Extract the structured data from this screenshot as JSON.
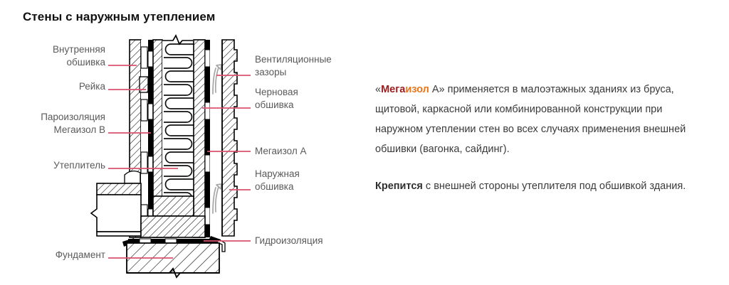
{
  "page": {
    "title": "Стены с наружным утеплением",
    "background": "#ffffff"
  },
  "colors": {
    "leader_line": "#d9526e",
    "label_text": "#5a5a5a",
    "body_text": "#3a3a3a",
    "brand_mega": "#9c1b1b",
    "brand_izol": "#e8751a",
    "line_black": "#000000",
    "hatch": "#1a1a1a",
    "vent_arrow": "#9a9a9a"
  },
  "diagram": {
    "name": "Схема стены с наружным утеплением",
    "labels_left": [
      {
        "id": "vnutrennyaya-obshivka",
        "line1": "Внутренняя",
        "line2": "обшивка"
      },
      {
        "id": "reyka",
        "line1": "Рейка",
        "line2": ""
      },
      {
        "id": "paroizolyaciya",
        "line1": "Пароизоляция",
        "line2": "Мегаизол В"
      },
      {
        "id": "uteplitel",
        "line1": "Утеплитель",
        "line2": ""
      },
      {
        "id": "fundament",
        "line1": "Фундамент",
        "line2": ""
      }
    ],
    "labels_right": [
      {
        "id": "ventilyacionnye-zazory",
        "line1": "Вентиляционные",
        "line2": "зазоры"
      },
      {
        "id": "chernovaya-obshivka",
        "line1": "Черновая",
        "line2": "обшивка"
      },
      {
        "id": "megaizol-a",
        "line1": "Мегаизол А",
        "line2": ""
      },
      {
        "id": "naruzhnaya-obshivka",
        "line1": "Наружная",
        "line2": "обшивка"
      },
      {
        "id": "gidroizolyaciya",
        "line1": "Гидроизоляция",
        "line2": ""
      }
    ]
  },
  "copy": {
    "p1_brand_open": "«",
    "p1_brand_mega": "Мега",
    "p1_brand_izol": "изол",
    "p1_brand_grade": " А»",
    "p1_rest": " применяется в малоэтажных зданиях из бруса, щитовой, каркасной или комбинированной конструкции при наружном утеплении стен во всех случаях применения внешней обшивки (вагонка, сайдинг).",
    "p2_strong": "Крепится",
    "p2_rest": " с внешней стороны утеплителя под обшивкой здания."
  }
}
